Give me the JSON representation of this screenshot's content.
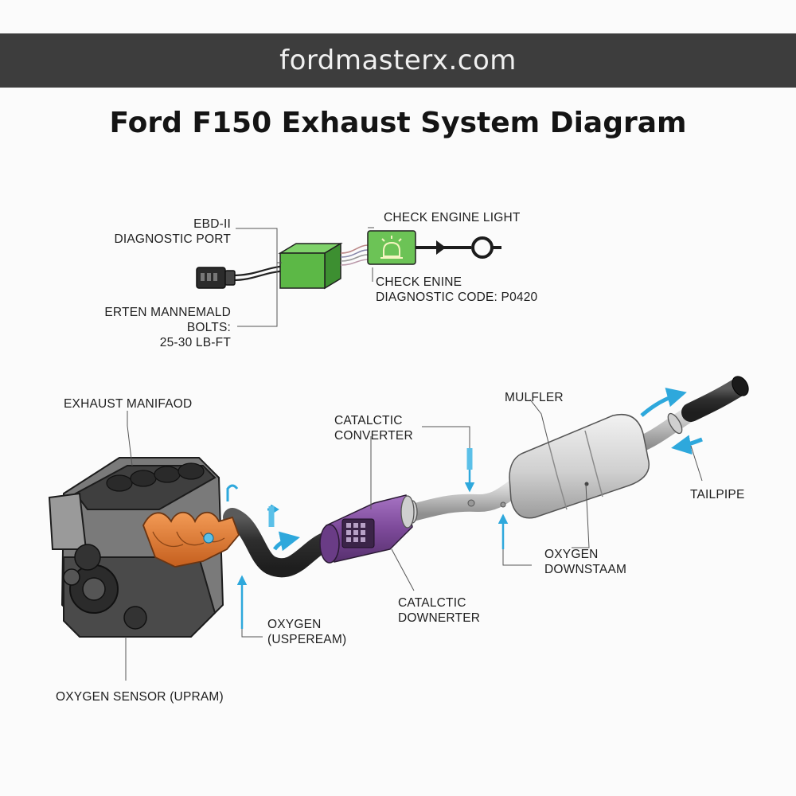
{
  "header": {
    "site": "fordmasterx.com"
  },
  "title": "Ford F150 Exhaust System Diagram",
  "labels": {
    "obd_port": [
      "EBD-II",
      "DIAGNOSTIC PORT"
    ],
    "check_engine_light": "CHECK ENGINE LIGHT",
    "check_engine_code": [
      "CHECK ENINE",
      "DIAGNOSTIC CODE: P0420"
    ],
    "manifold_bolts": [
      "ERTEN MANNEMALD",
      "BOLTS:",
      "25-30 LB-FT"
    ],
    "exhaust_manifold": "EXHAUST MANIFAOD",
    "catalytic_converter": [
      "CATALCTIC",
      "CONVERTER"
    ],
    "muffler": "MULFLER",
    "tailpipe": "TAILPIPE",
    "oxygen_upstream": [
      "OXYGEN",
      "(USPEREAM)"
    ],
    "catalytic_downerter": [
      "CATALCTIC",
      "DOWNERTER"
    ],
    "oxygen_downstream": [
      "OXYGEN",
      "DOWNSTAAM"
    ],
    "oxygen_sensor_upstream": "OXYGEN SENSOR (UPRAM)"
  },
  "colors": {
    "banner": "#3d3d3d",
    "manifold": "#e07a34",
    "catalytic_converter": "#7d4a9a",
    "module": "#5cb846",
    "flow_arrow": "#2ea8dc",
    "pipe": "#3a3a3a",
    "muffler": "#d6d6d6"
  },
  "icons": [
    "check-engine-icon",
    "key-icon",
    "obd-connector-icon",
    "flow-arrow-icon"
  ]
}
